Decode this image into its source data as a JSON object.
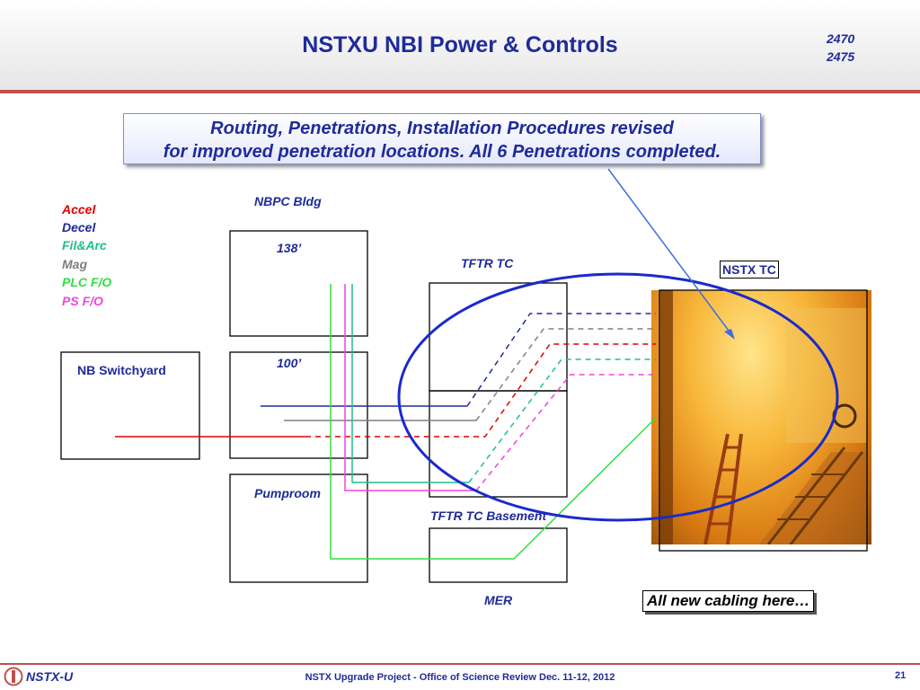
{
  "slide": {
    "title": "NSTXU NBI Power & Controls",
    "doc_num_1": "2470",
    "doc_num_2": "2475",
    "callout_line1": "Routing, Penetrations, Installation Procedures revised",
    "callout_line2": "for improved penetration locations. All 6 Penetrations completed."
  },
  "legend": [
    {
      "label": "Accel",
      "color": "#e00000"
    },
    {
      "label": "Decel",
      "color": "#1f2b99"
    },
    {
      "label": "Fil&Arc",
      "color": "#1fbf8f"
    },
    {
      "label": "Mag",
      "color": "#7f7f7f"
    },
    {
      "label": "PLC F/O",
      "color": "#33dd44"
    },
    {
      "label": "PS F/O",
      "color": "#ee44dd"
    }
  ],
  "labels": {
    "nbpc_bldg": "NBPC Bldg",
    "level_138": "138’",
    "level_100": "100’",
    "pumproom": "Pumproom",
    "nb_switchyard": "NB Switchyard",
    "tftr_tc": "TFTR TC",
    "tftr_tc_basement": "TFTR TC Basement",
    "mer": "MER",
    "nstx_tc": "NSTX TC",
    "all_new_cabling": "All new cabling here…"
  },
  "colors": {
    "title": "#1f2b99",
    "accent_rule": "#c0504d",
    "ellipse": "#1a2acc"
  },
  "footer": {
    "logo_text": "NSTX-U",
    "center_text": "NSTX Upgrade Project - Office of Science Review Dec. 11-12, 2012",
    "page_number": "21"
  }
}
